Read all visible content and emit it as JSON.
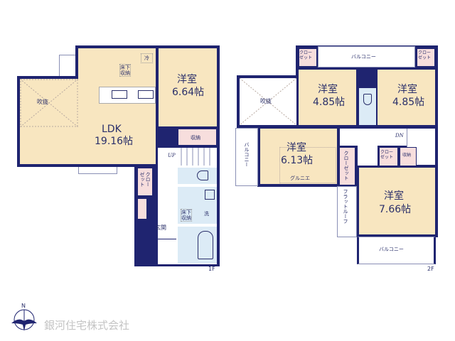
{
  "floor1": {
    "level": "1F",
    "ldk": {
      "name": "LDK",
      "size": "19.16帖"
    },
    "fukinuke": "吹抜",
    "western_room": {
      "name": "洋室",
      "size": "6.64帖"
    },
    "storage": "収納",
    "underfloor_storage_kitchen": "床下\n収納",
    "fridge": "冷",
    "stairs": "UP",
    "closet": "クロー\nゼット",
    "entrance": "玄関",
    "underfloor_storage_wash": "床下\n収納",
    "washer": "洗"
  },
  "floor2": {
    "level": "2F",
    "fukinuke": "吹抜",
    "balcony_top": "バルコニー",
    "balcony_left": "バルコニー",
    "balcony_bottom": "バルコニー",
    "closet_top_left": "クロー\nゼット",
    "closet_top_right": "クロー\nゼット",
    "room_nw": {
      "name": "洋室",
      "size": "4.85帖"
    },
    "room_ne": {
      "name": "洋室",
      "size": "4.85帖"
    },
    "room_w": {
      "name": "洋室",
      "size": "6.13帖"
    },
    "grenier": "グルニエ",
    "closet_mid": "クローゼット",
    "stairs": "DN",
    "closet_small": "クロー\nゼット",
    "storage": "収納",
    "flat_roof": "フラットルーフ",
    "room_s": {
      "name": "洋室",
      "size": "7.66帖"
    }
  },
  "company": {
    "name": "銀河住宅株式会社",
    "compass": "N"
  },
  "colors": {
    "wall": "#1f2470",
    "room": "#f8e6c0",
    "storage": "#f7dedd",
    "wet": "#dcebf6"
  }
}
